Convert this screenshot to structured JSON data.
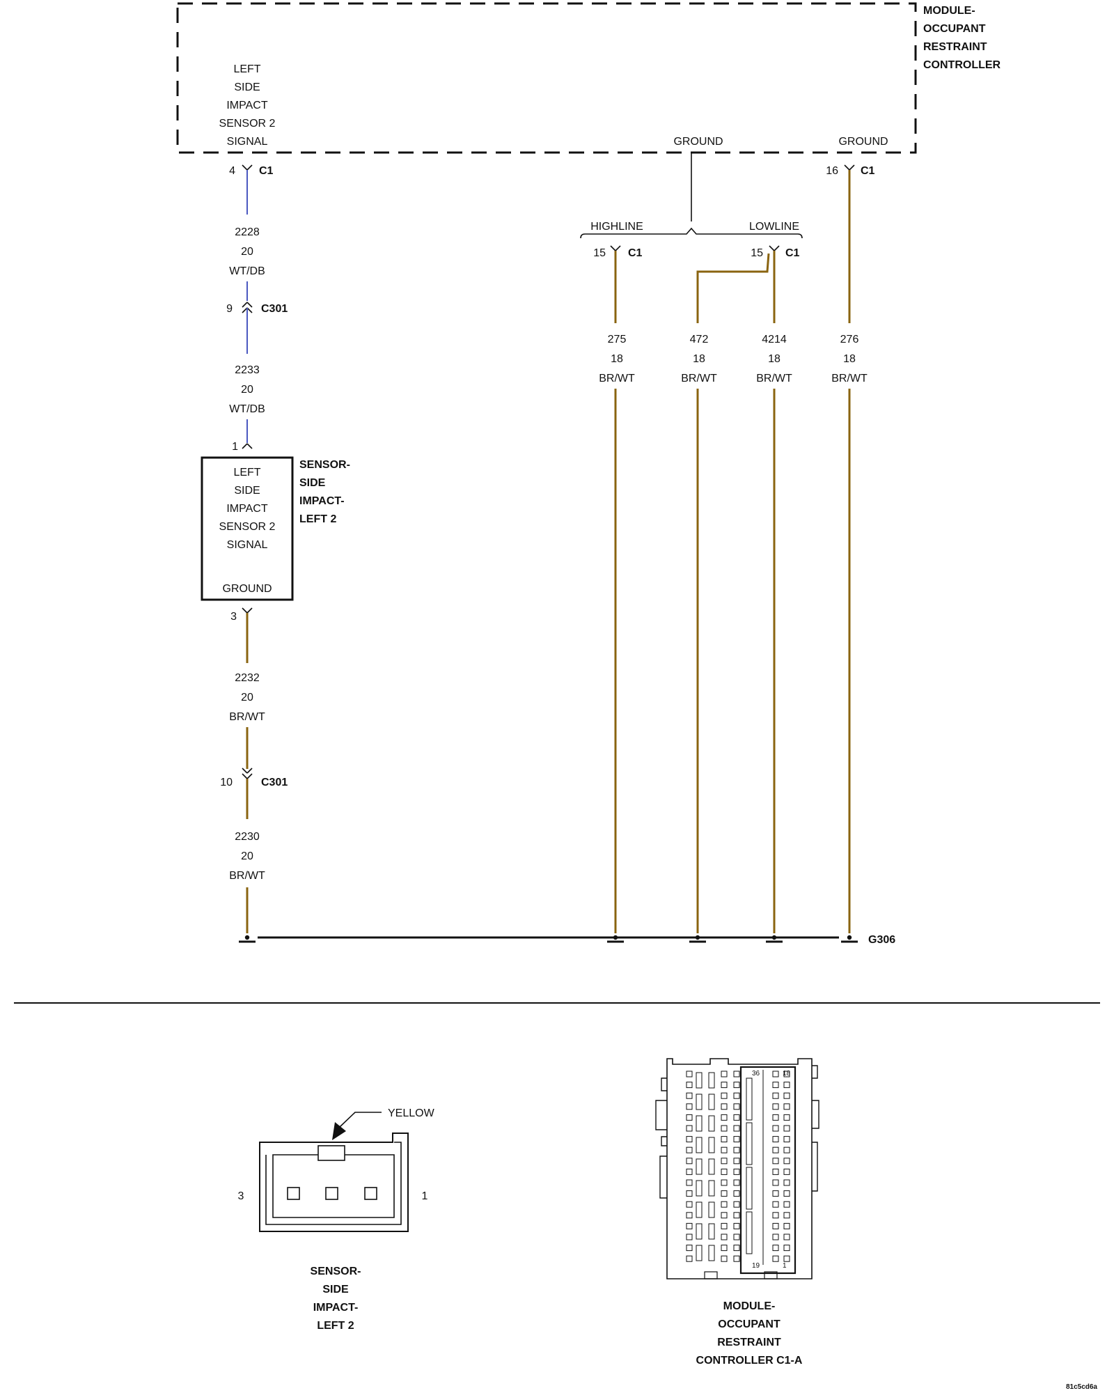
{
  "module": {
    "title": [
      "MODULE-",
      "OCCUPANT",
      "RESTRAINT",
      "CONTROLLER"
    ],
    "signal_label": [
      "LEFT",
      "SIDE",
      "IMPACT",
      "SENSOR 2",
      "SIGNAL"
    ],
    "ground_label_1": "GROUND",
    "ground_label_2": "GROUND"
  },
  "connectors": {
    "c1": "C1",
    "c301": "C301",
    "pin_sig_c1": "4",
    "pin_sig_c301": "9",
    "pin_sensor_sig": "1",
    "pin_sensor_gnd": "3",
    "pin_gnd_c301": "10",
    "pin_highline": "15",
    "pin_lowline": "15",
    "pin_gnd16": "16"
  },
  "options": {
    "highline": "HIGHLINE",
    "lowline": "LOWLINE"
  },
  "wires": {
    "w2228": [
      "2228",
      "20",
      "WT/DB"
    ],
    "w2233": [
      "2233",
      "20",
      "WT/DB"
    ],
    "w2232": [
      "2232",
      "20",
      "BR/WT"
    ],
    "w2230": [
      "2230",
      "20",
      "BR/WT"
    ],
    "w275": [
      "275",
      "18",
      "BR/WT"
    ],
    "w472": [
      "472",
      "18",
      "BR/WT"
    ],
    "w4214": [
      "4214",
      "18",
      "BR/WT"
    ],
    "w276": [
      "276",
      "18",
      "BR/WT"
    ]
  },
  "sensor": {
    "box_label": [
      "LEFT",
      "SIDE",
      "IMPACT",
      "SENSOR 2",
      "SIGNAL"
    ],
    "ground_label": "GROUND",
    "title": [
      "SENSOR-",
      "SIDE",
      "IMPACT-",
      "LEFT 2"
    ]
  },
  "ground_id": "G306",
  "connector_views": {
    "sensor": {
      "color": "YELLOW",
      "pin_left": "3",
      "pin_right": "1",
      "title": [
        "SENSOR-",
        "SIDE",
        "IMPACT-",
        "LEFT 2"
      ]
    },
    "module": {
      "pin_36": "36",
      "pin_18": "18",
      "pin_19": "19",
      "pin_1": "1",
      "title": [
        "MODULE-",
        "OCCUPANT",
        "RESTRAINT",
        "CONTROLLER C1-A"
      ]
    }
  },
  "diagram_code": "81c5cd6a",
  "colors": {
    "wire_blue": "#4a58c0",
    "wire_brown": "#8a6410",
    "ink": "#111111"
  }
}
